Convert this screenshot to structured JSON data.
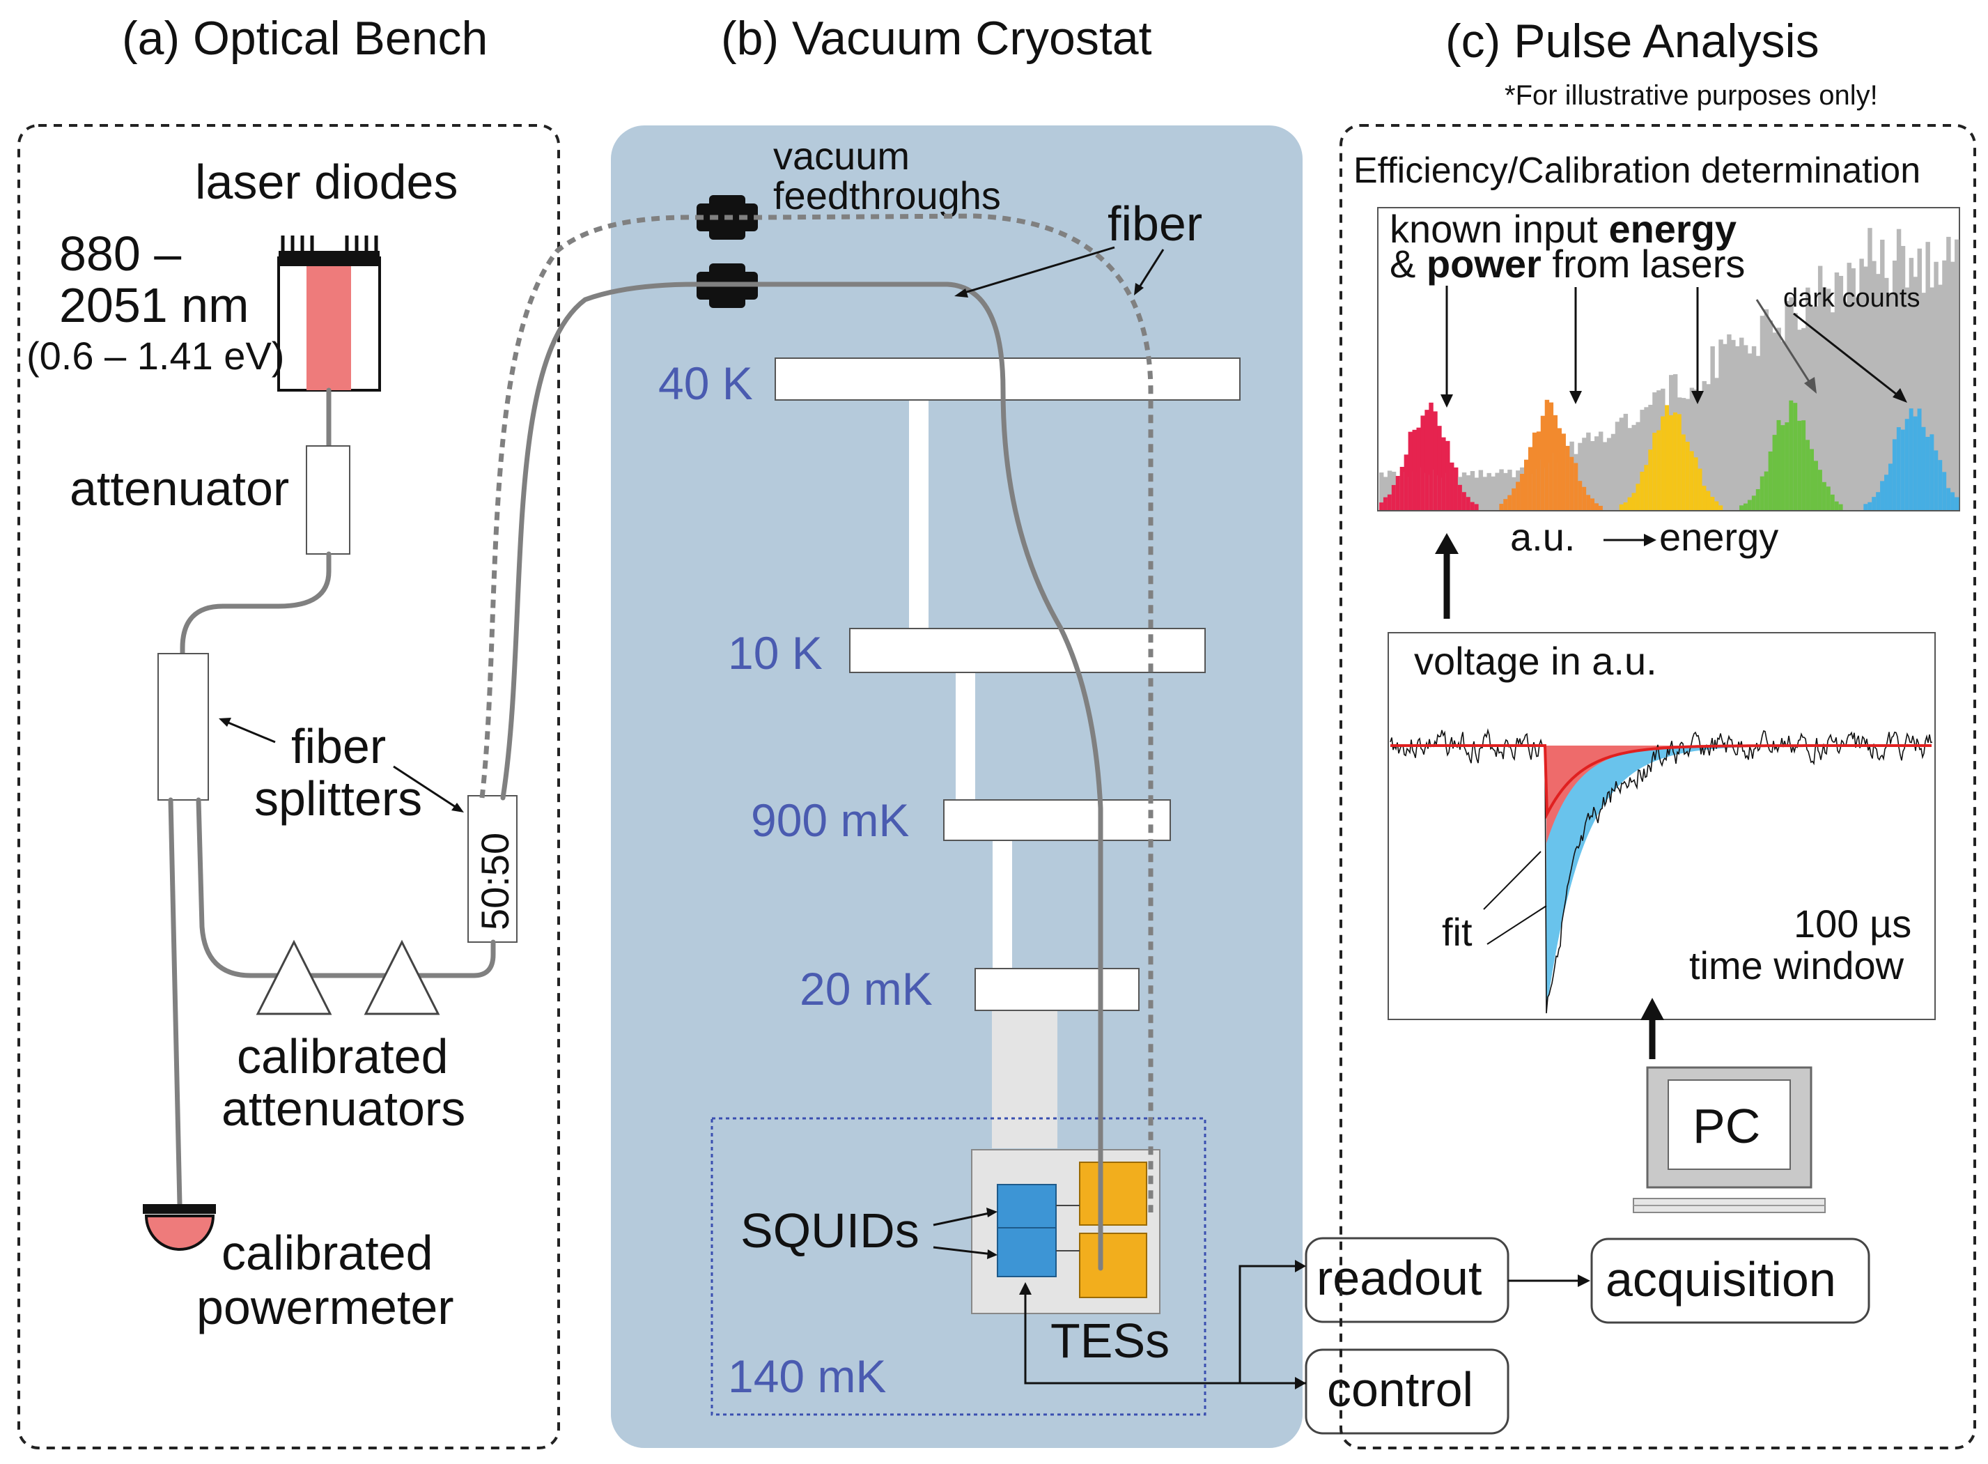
{
  "panels": {
    "optical_bench": {
      "title": "(a) Optical Bench"
    },
    "vacuum_cryostat": {
      "title": "(b) Vacuum Cryostat"
    },
    "pulse_analysis": {
      "title": "(c) Pulse Analysis",
      "note": "*For illustrative purposes only!"
    }
  },
  "optical": {
    "laser_label": "laser diodes",
    "wavelength_line1": "880 –",
    "wavelength_line2": "2051 nm",
    "energy_range": "(0.6 – 1.41 eV)",
    "attenuator": "attenuator",
    "fiber_splitters_1": "fiber",
    "fiber_splitters_2": "splitters",
    "splitter_ratio": "50:50",
    "calibrated_attenuators_1": "calibrated",
    "calibrated_attenuators_2": "attenuators",
    "powermeter_1": "calibrated",
    "powermeter_2": "powermeter"
  },
  "cryostat": {
    "feedthroughs_1": "vacuum",
    "feedthroughs_2": "feedthroughs",
    "fiber": "fiber",
    "stages": [
      "40 K",
      "10 K",
      "900 mK",
      "20 mK",
      "140 mK"
    ],
    "squids": "SQUIDs",
    "tess": "TESs"
  },
  "electronics": {
    "readout": "readout",
    "control": "control",
    "acquisition": "acquisition",
    "pc": "PC"
  },
  "analysis": {
    "box_title": "Efficiency/Calibration determination",
    "hist_line1_a": "known input ",
    "hist_line1_b": "energy",
    "hist_line2_a": "& ",
    "hist_line2_b": "power",
    "hist_line2_c": " from lasers",
    "dark_counts": "dark counts",
    "axis_a": "a.u.",
    "axis_b": "energy",
    "voltage": "voltage in a.u.",
    "fit": "fit",
    "window_1": "100 µs",
    "window_2": "time window"
  },
  "colors": {
    "cryostat_bg": "#b5cadb",
    "stage_label": "#4a5bb0",
    "laser_diode": "#ee7b7b",
    "squid": "#3d95d5",
    "tes": "#f2ae1d",
    "peak_red": "#e6234f",
    "peak_orange": "#f28a2e",
    "peak_yellow": "#f5c518",
    "peak_green": "#6cc142",
    "peak_blue": "#46aee3",
    "dark_counts": "#b8b8b8",
    "fit_red": "#e02020",
    "pulse_blue": "#69c3ec"
  }
}
